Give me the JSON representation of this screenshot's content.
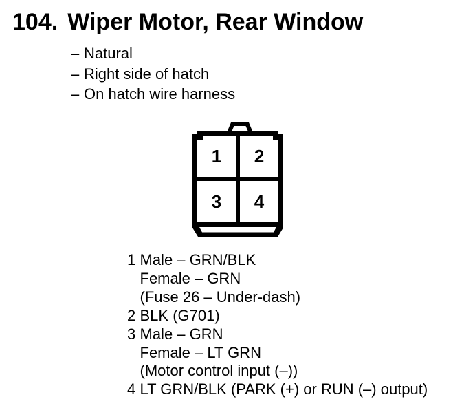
{
  "palette": {
    "ink": "#000000",
    "paper": "#ffffff"
  },
  "header": {
    "number": "104.",
    "title": "Wiper Motor, Rear Window"
  },
  "bullet_char": "–",
  "notes": [
    "Natural",
    "Right side of hatch",
    "On hatch wire harness"
  ],
  "connector": {
    "pins": [
      "1",
      "2",
      "3",
      "4"
    ]
  },
  "pin_list": [
    {
      "num": "1",
      "text": "Male – GRN/BLK"
    },
    {
      "num": "",
      "text": "Female – GRN"
    },
    {
      "num": "",
      "text": "(Fuse 26 – Under-dash)"
    },
    {
      "num": "2",
      "text": "BLK (G701)"
    },
    {
      "num": "3",
      "text": "Male – GRN"
    },
    {
      "num": "",
      "text": "Female – LT GRN"
    },
    {
      "num": "",
      "text": "(Motor control input (–))"
    },
    {
      "num": "4",
      "text": "LT GRN/BLK (PARK (+) or RUN (–) output)"
    }
  ]
}
